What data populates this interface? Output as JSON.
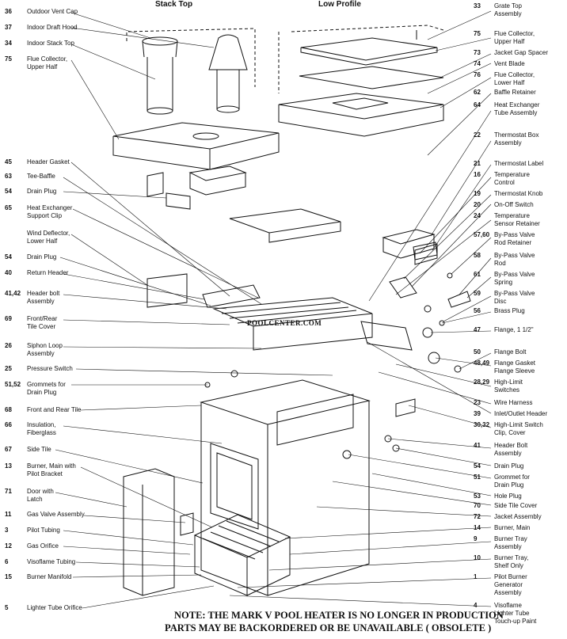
{
  "headers": {
    "stack_top": "Stack Top",
    "low_profile": "Low Profile"
  },
  "watermark": "POOLCENTER.COM",
  "note": {
    "line1": "NOTE: THE MARK V POOL HEATER IS NO LONGER IN PRODUCTION",
    "line2": "PARTS MAY BE BACKORDERED OR BE UNAVAILABLE ( OBSOLETE )"
  },
  "left_parts": [
    {
      "num": "36",
      "name": "Outdoor Vent Cap"
    },
    {
      "num": "37",
      "name": "Indoor Draft Hood"
    },
    {
      "num": "34",
      "name": "Indoor Stack Top"
    },
    {
      "num": "75",
      "name": "Flue Collector,\nUpper Half"
    },
    {
      "num": "45",
      "name": "Header Gasket"
    },
    {
      "num": "63",
      "name": "Tee-Baffle"
    },
    {
      "num": "54",
      "name": "Drain Plug"
    },
    {
      "num": "65",
      "name": "Heat Exchanger\nSupport Clip"
    },
    {
      "num": "",
      "name": "Wind Deflector,\nLower Half"
    },
    {
      "num": "54",
      "name": "Drain Plug"
    },
    {
      "num": "40",
      "name": "Return Header"
    },
    {
      "num": "41,42",
      "name": "Header bolt\nAssembly"
    },
    {
      "num": "69",
      "name": "Front/Rear\nTile Cover"
    },
    {
      "num": "26",
      "name": "Siphon Loop\nAssembly"
    },
    {
      "num": "25",
      "name": "Pressure Switch"
    },
    {
      "num": "51,52",
      "name": "Grommets for\nDrain Plug"
    },
    {
      "num": "68",
      "name": "Front and Rear Tile"
    },
    {
      "num": "66",
      "name": "Insulation,\nFiberglass"
    },
    {
      "num": "67",
      "name": "Side Tile"
    },
    {
      "num": "13",
      "name": "Burner, Main with\nPilot Bracket"
    },
    {
      "num": "71",
      "name": "Door with\nLatch"
    },
    {
      "num": "11",
      "name": "Gas Valve Assembly"
    },
    {
      "num": "3",
      "name": "Pilot Tubing"
    },
    {
      "num": "12",
      "name": "Gas Orifice"
    },
    {
      "num": "6",
      "name": "Visoflame Tubing"
    },
    {
      "num": "15",
      "name": "Burner Manifold"
    },
    {
      "num": "5",
      "name": "Lighter Tube Orifice"
    }
  ],
  "right_parts": [
    {
      "num": "33",
      "name": "Grate Top\nAssembly"
    },
    {
      "num": "75",
      "name": "Flue Collector,\nUpper Half"
    },
    {
      "num": "73",
      "name": "Jacket Gap Spacer"
    },
    {
      "num": "74",
      "name": "Vent Blade"
    },
    {
      "num": "76",
      "name": "Flue Collector,\nLower Half"
    },
    {
      "num": "62",
      "name": "Baffle Retainer"
    },
    {
      "num": "64",
      "name": "Heat Exchanger\nTube Assembly"
    },
    {
      "num": "22",
      "name": "Thermostat Box\nAssembly"
    },
    {
      "num": "21",
      "name": "Thermostat Label"
    },
    {
      "num": "16",
      "name": "Temperature\nControl"
    },
    {
      "num": "19",
      "name": "Thermostat Knob"
    },
    {
      "num": "20",
      "name": "On-Off Switch"
    },
    {
      "num": "24",
      "name": "Temperature\nSensor Retainer"
    },
    {
      "num": "57,60",
      "name": "By-Pass Valve\nRod Retainer"
    },
    {
      "num": "58",
      "name": "By-Pass Valve\nRod"
    },
    {
      "num": "61",
      "name": "By-Pass Valve\nSpring"
    },
    {
      "num": "59",
      "name": "By-Pass Valve\nDisc"
    },
    {
      "num": "56",
      "name": "Brass Plug"
    },
    {
      "num": "47",
      "name": "Flange, 1 1/2\""
    },
    {
      "num": "50",
      "name": "Flange Bolt"
    },
    {
      "num": "48,49",
      "name": "Flange Gasket\nFlange Sleeve"
    },
    {
      "num": "28,29",
      "name": "High-Limit\nSwitches"
    },
    {
      "num": "23",
      "name": "Wire Harness"
    },
    {
      "num": "39",
      "name": "Inlet/Outlet Header"
    },
    {
      "num": "30,32",
      "name": "High-Limit Switch\nClip, Cover"
    },
    {
      "num": "41",
      "name": "Header Bolt\nAssembly"
    },
    {
      "num": "54",
      "name": "Drain Plug"
    },
    {
      "num": "51",
      "name": "Grommet for\nDrain Plug"
    },
    {
      "num": "53",
      "name": "Hole Plug"
    },
    {
      "num": "70",
      "name": "Side Tile Cover"
    },
    {
      "num": "72",
      "name": "Jacket Assembly"
    },
    {
      "num": "14",
      "name": "Burner, Main"
    },
    {
      "num": "9",
      "name": "Burner Tray\nAssembly"
    },
    {
      "num": "10",
      "name": "Burner Tray,\nShelf Only"
    },
    {
      "num": "1",
      "name": "Pilot Burner\nGenerator\nAssembly"
    },
    {
      "num": "4",
      "name": "Visoflame\nLighter Tube"
    },
    {
      "num": "",
      "name": "Touch-up Paint"
    }
  ]
}
